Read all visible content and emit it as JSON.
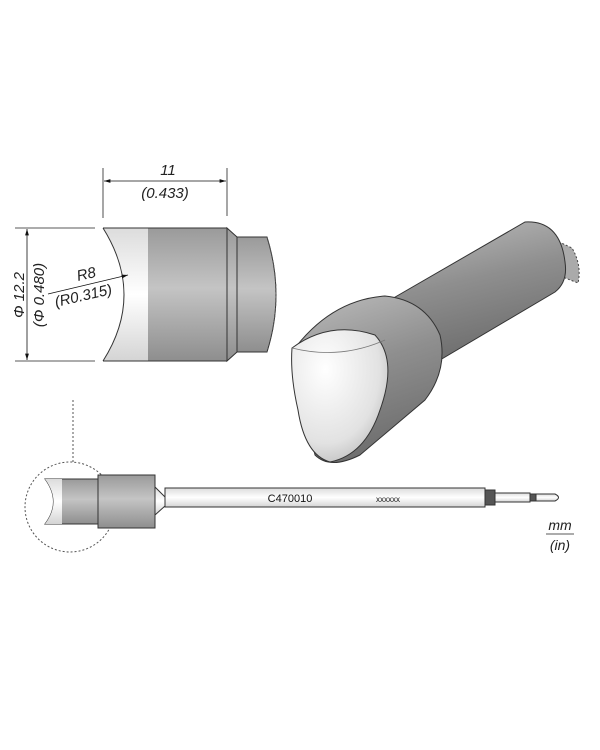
{
  "dimensions": {
    "length_mm": "11",
    "length_in": "(0.433)",
    "diameter_mm": "Φ 12.2",
    "diameter_in": "(Φ 0.480)",
    "radius_mm": "R8",
    "radius_in": "(R0.315)"
  },
  "part": {
    "part_number": "C470010",
    "batch_code": "xxxxxx"
  },
  "units": {
    "primary": "mm",
    "secondary": "(in)"
  },
  "colors": {
    "body": "#a9a9a9",
    "highlight": "#f4f4f4",
    "outline": "#333333"
  }
}
